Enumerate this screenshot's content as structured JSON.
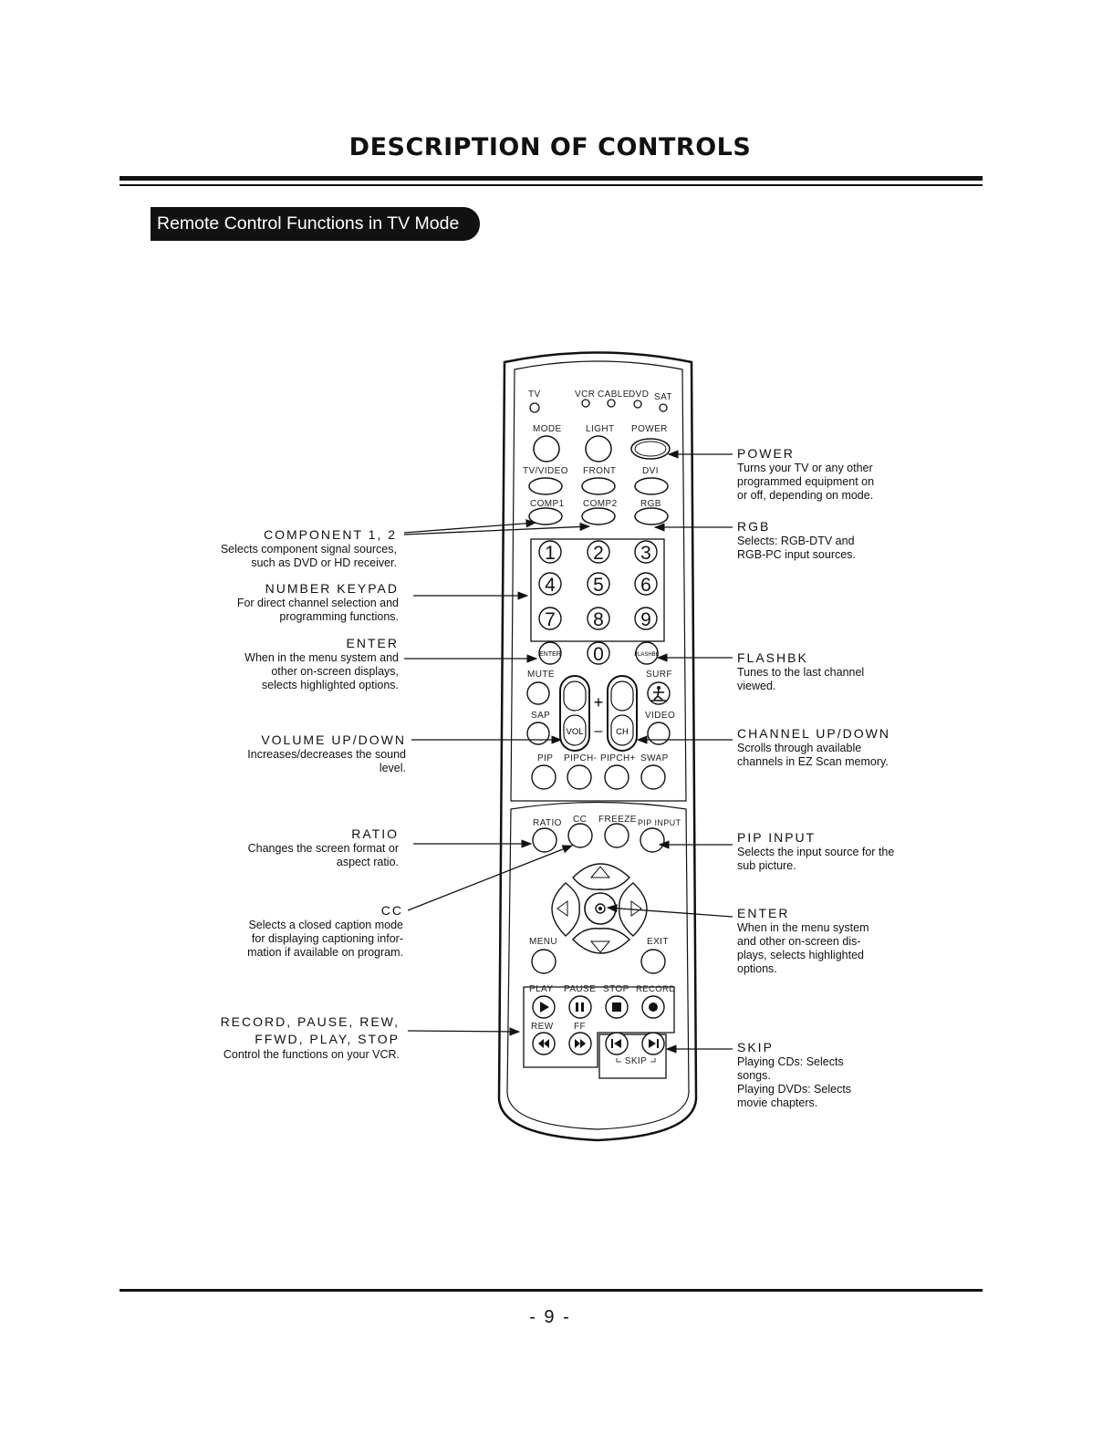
{
  "page": {
    "title": "DESCRIPTION OF CONTROLS",
    "section_tab": "Remote Control Functions in TV Mode",
    "page_number": "- 9 -"
  },
  "remote": {
    "mode_labels": {
      "tv": "TV",
      "vcr": "VCR",
      "cable": "CABLE",
      "dvd": "DVD",
      "sat": "SAT"
    },
    "row1": {
      "mode": "MODE",
      "light": "LIGHT",
      "power": "POWER"
    },
    "row2": {
      "tv_video": "TV/VIDEO",
      "front": "FRONT",
      "dvi": "DVI"
    },
    "row3": {
      "comp1": "COMP1",
      "comp2": "COMP2",
      "rgb": "RGB"
    },
    "keypad": [
      "1",
      "2",
      "3",
      "4",
      "5",
      "6",
      "7",
      "8",
      "9",
      "0"
    ],
    "enter_key": "ENTER",
    "flashbk_key": "FLASHBK",
    "mute": "MUTE",
    "surf": "SURF",
    "sap": "SAP",
    "video": "VIDEO",
    "vol": "VOL",
    "ch": "CH",
    "plus": "+",
    "minus": "–",
    "row_pip": {
      "pip": "PIP",
      "pipch_minus": "PIPCH-",
      "pipch_plus": "PIPCH+",
      "swap": "SWAP"
    },
    "row_ratio": {
      "ratio": "RATIO",
      "cc": "CC",
      "freeze": "FREEZE",
      "pip_input": "PIP INPUT"
    },
    "menu": "MENU",
    "exit": "EXIT",
    "transport": {
      "play": "PLAY",
      "pause": "PAUSE",
      "stop": "STOP",
      "record": "RECORD",
      "rew": "REW",
      "ff": "FF",
      "skip": "SKIP"
    }
  },
  "callouts_left": {
    "component": {
      "title": "COMPONENT 1, 2",
      "desc": "Selects component signal sources,\nsuch as DVD or HD receiver."
    },
    "keypad": {
      "title": "NUMBER KEYPAD",
      "desc": "For direct channel selection and\nprogramming functions."
    },
    "enter": {
      "title": "ENTER",
      "desc": "When in the menu system and\nother on-screen displays,\nselects highlighted options."
    },
    "volume": {
      "title": "VOLUME UP/DOWN",
      "desc": "Increases/decreases the sound\nlevel."
    },
    "ratio": {
      "title": "RATIO",
      "desc": "Changes the screen format or\naspect ratio."
    },
    "cc": {
      "title": "CC",
      "desc": "Selects a closed caption mode\nfor displaying captioning infor-\nmation if available on program."
    },
    "vcr": {
      "title": "RECORD, PAUSE, REW,\nFFWD, PLAY, STOP",
      "desc": "Control the functions on your VCR."
    }
  },
  "callouts_right": {
    "power": {
      "title": "POWER",
      "desc": "Turns your TV or any other\nprogrammed equipment on\nor off, depending on mode."
    },
    "rgb": {
      "title": "RGB",
      "desc": "Selects: RGB-DTV and\nRGB-PC input sources."
    },
    "flashbk": {
      "title": "FLASHBK",
      "desc": "Tunes to the last channel\nviewed."
    },
    "channel": {
      "title": "CHANNEL UP/DOWN",
      "desc": "Scrolls through available\nchannels in EZ Scan memory."
    },
    "pip_input": {
      "title": "PIP INPUT",
      "desc": "Selects the input source for the\nsub picture."
    },
    "enter": {
      "title": "ENTER",
      "desc": "When in the menu system\nand other on-screen dis-\nplays, selects highlighted\noptions."
    },
    "skip": {
      "title": "SKIP",
      "desc": "Playing CDs: Selects\nsongs.\nPlaying DVDs: Selects\nmovie chapters."
    }
  }
}
